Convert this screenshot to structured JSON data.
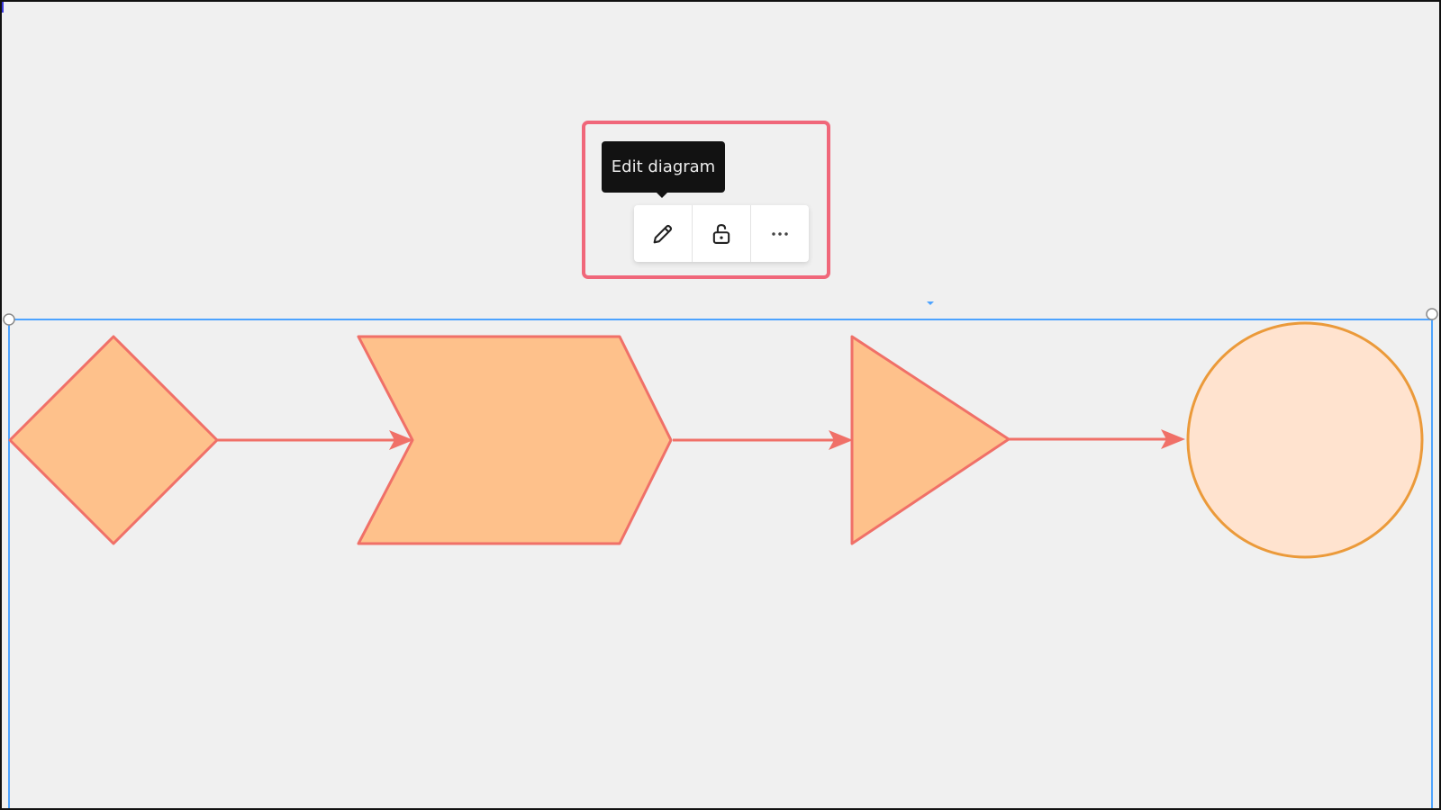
{
  "tooltip": {
    "text": "Edit diagram"
  },
  "toolbar": {
    "buttons": [
      {
        "name": "edit",
        "icon": "pencil-icon"
      },
      {
        "name": "lock",
        "icon": "unlock-icon"
      },
      {
        "name": "more",
        "icon": "more-horizontal-icon"
      }
    ]
  },
  "diagram": {
    "shapes": [
      {
        "type": "diamond",
        "fill": "#fec18b",
        "stroke": "#f07068"
      },
      {
        "type": "chevron",
        "fill": "#fec18b",
        "stroke": "#f07068"
      },
      {
        "type": "triangle",
        "fill": "#fec18b",
        "stroke": "#f07068"
      },
      {
        "type": "circle",
        "fill": "#ffe3cf",
        "stroke": "#eb9a3a"
      }
    ],
    "connectors": 3
  },
  "colors": {
    "highlight": "#f0677a",
    "selection": "#4da3ff",
    "canvas": "#f0f0f0"
  }
}
